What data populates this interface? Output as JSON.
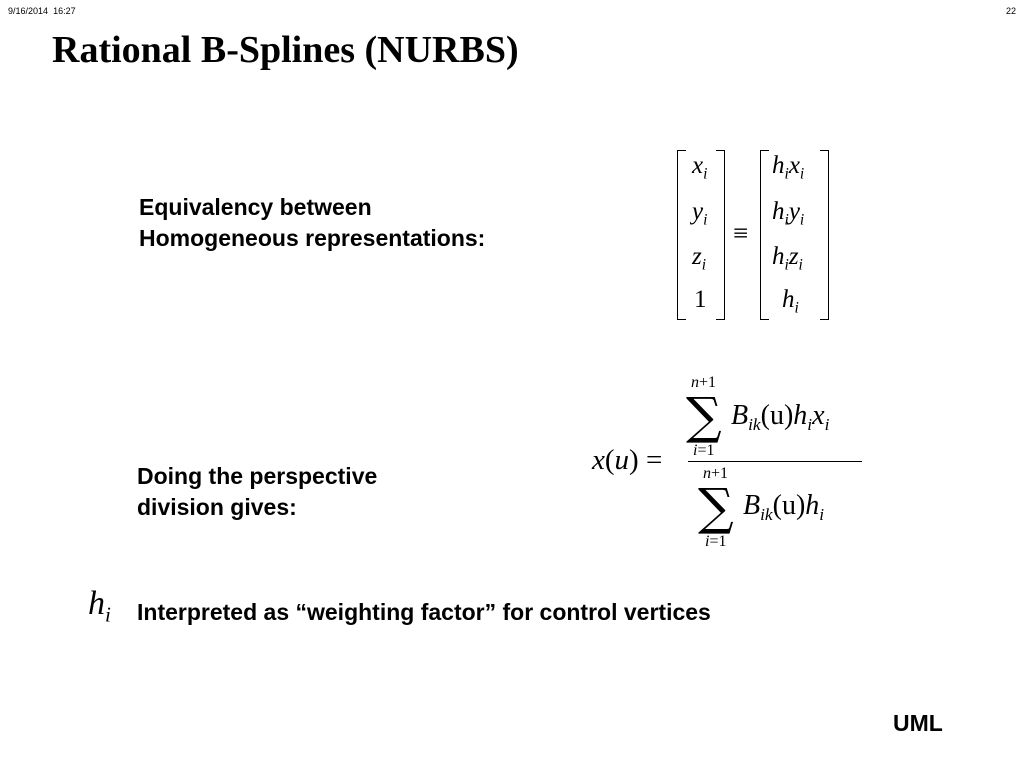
{
  "header": {
    "date": "9/16/2014",
    "time": "16:27",
    "page": "22"
  },
  "title": "Rational B-Splines (NURBS)",
  "equivalency": {
    "line1": "Equivalency between",
    "line2": "Homogeneous representations:",
    "left_vector": [
      {
        "base": "x",
        "sub": "i"
      },
      {
        "base": "y",
        "sub": "i"
      },
      {
        "base": "z",
        "sub": "i"
      },
      {
        "base": "1",
        "sub": ""
      }
    ],
    "operator": "≡",
    "right_vector": [
      {
        "h": "h",
        "hsub": "i",
        "base": "x",
        "sub": "i"
      },
      {
        "h": "h",
        "hsub": "i",
        "base": "y",
        "sub": "i"
      },
      {
        "h": "h",
        "hsub": "i",
        "base": "z",
        "sub": "i"
      },
      {
        "h": "h",
        "hsub": "i",
        "base": "",
        "sub": ""
      }
    ]
  },
  "perspective": {
    "line1": "Doing the perspective",
    "line2": "division gives:",
    "lhs": "x(u) =",
    "numerator": {
      "upper": "n+1",
      "lower": "i=1",
      "sum": "∑",
      "B": "B",
      "Bsub": "ik",
      "arg": "(u)",
      "h": "h",
      "hsub": "i",
      "x": "x",
      "xsub": "i"
    },
    "denominator": {
      "upper": "n+1",
      "lower": "i=1",
      "sum": "∑",
      "B": "B",
      "Bsub": "ik",
      "arg": "(u)",
      "h": "h",
      "hsub": "i"
    }
  },
  "weight": {
    "symbol": "h",
    "sub": "i",
    "text": "Interpreted as “weighting factor” for control vertices"
  },
  "footer": "UML"
}
